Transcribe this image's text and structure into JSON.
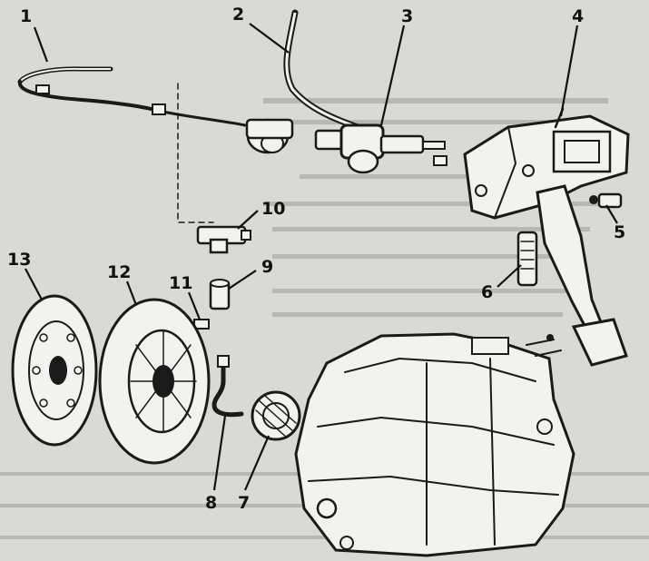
{
  "callouts": [
    {
      "id": "1",
      "text": "1"
    },
    {
      "id": "2",
      "text": "2"
    },
    {
      "id": "3",
      "text": "3"
    },
    {
      "id": "4",
      "text": "4"
    },
    {
      "id": "5",
      "text": "5"
    },
    {
      "id": "6",
      "text": "6"
    },
    {
      "id": "7",
      "text": "7"
    },
    {
      "id": "8",
      "text": "8"
    },
    {
      "id": "9",
      "text": "9"
    },
    {
      "id": "10",
      "text": "10"
    },
    {
      "id": "11",
      "text": "11"
    },
    {
      "id": "12",
      "text": "12"
    },
    {
      "id": "13",
      "text": "13"
    }
  ],
  "colors": {
    "background": "#d9d9d6",
    "ink": "#1a1a1a",
    "part_fill": "#f2f2ef"
  }
}
